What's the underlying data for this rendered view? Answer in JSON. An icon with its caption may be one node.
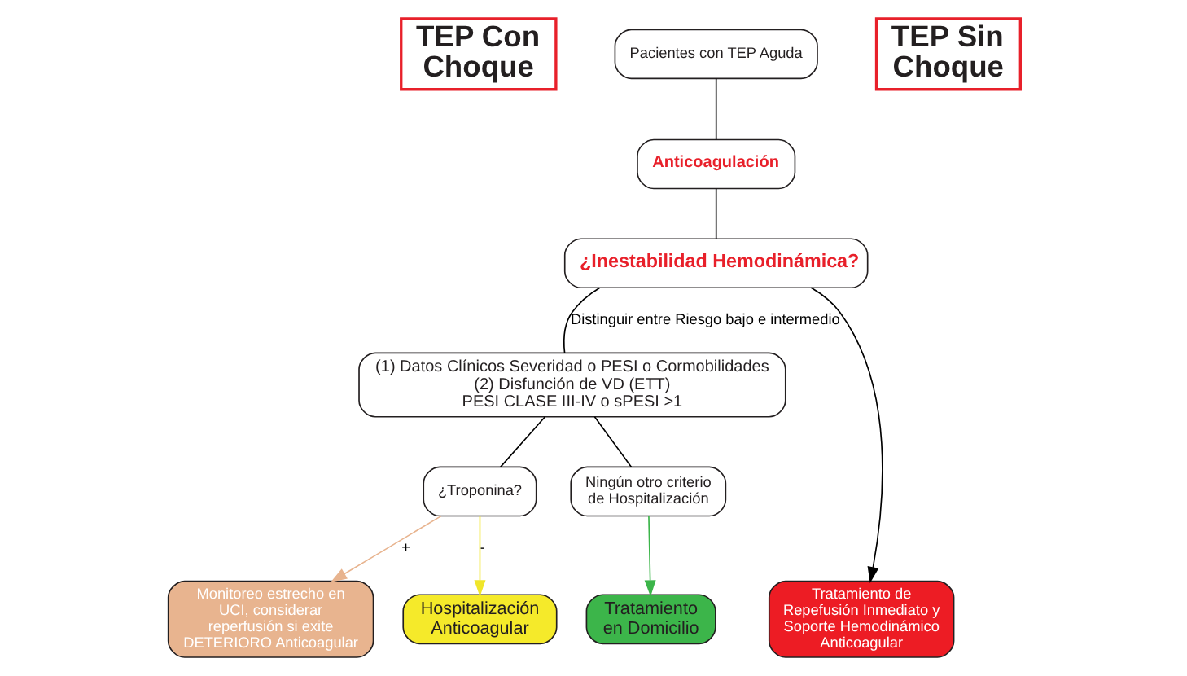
{
  "diagram": {
    "nodes": [
      {
        "text": [
          "TEP Con Choque"
        ]
      },
      {
        "text": [
          "Pacientes con TEP Aguda"
        ]
      },
      {
        "text": [
          "Anticoagulación"
        ]
      },
      {
        "text": [
          "¿Inestabilidad Hemodinámica?"
        ]
      },
      {
        "text": [
          "TEP Sin Choque"
        ]
      },
      {
        "text": [
          "(1) Datos Clínicos Severidad o PESI o Cormobilidades",
          "(2) Disfunción de VD (ETT)",
          "PESI CLASE III-IV o sPESI >1"
        ]
      },
      {
        "text": [
          "¿Troponina?"
        ]
      },
      {
        "text": [
          "Ningún otro criterio de Hospitalización"
        ]
      },
      {
        "text": [
          "Tratamiento de Repefusión Inmediato y Soporte Hemodinámico Anticoagular"
        ]
      },
      {
        "text": [
          "Monitoreo estrecho en UCI, considerar reperfusión si exite DETERIORO Anticoagular"
        ]
      },
      {
        "text": [
          "Hospitalización Anticoagular"
        ]
      },
      {
        "text": [
          "Tratamiento en Domicilio"
        ]
      }
    ],
    "edges": [
      {
        "from": 1,
        "to": 2,
        "arrow": "none"
      },
      {
        "from": 2,
        "to": 3,
        "arrow": "none"
      },
      {
        "from": 3,
        "to": 8,
        "arrow": "to"
      },
      {
        "from": 3,
        "to": 5,
        "label": "Distinguir entre Riesgo bajo e intermedio",
        "arrow": "none"
      },
      {
        "from": 5,
        "to": 6,
        "arrow": "none"
      },
      {
        "from": 5,
        "to": 7,
        "arrow": "none"
      },
      {
        "from": 6,
        "to": 9,
        "label": "+",
        "arrow": "to",
        "color": "#e8b48f"
      },
      {
        "from": 6,
        "to": 10,
        "label": "-",
        "arrow": "to",
        "color": "#f0e62a"
      },
      {
        "from": 7,
        "to": 11,
        "arrow": "to",
        "color": "#3cb54a"
      }
    ]
  }
}
